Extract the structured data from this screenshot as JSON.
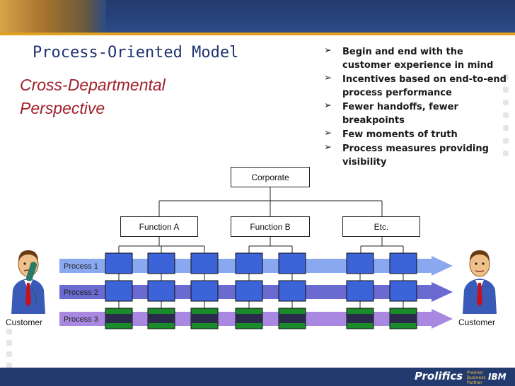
{
  "title": "Process-Oriented Model",
  "subtitle": "Cross-Departmental Perspective",
  "bullets": [
    "Begin and end with the customer experience in mind",
    "Incentives based on end-to-end process performance",
    "Fewer handoffs, fewer breakpoints",
    "Few moments of truth",
    "Process measures providing visibility"
  ],
  "org": {
    "corporate": "Corporate",
    "functions": [
      "Function A",
      "Function B",
      "Etc."
    ]
  },
  "processes": [
    {
      "label": "Process 1",
      "color": "#8aa8f0"
    },
    {
      "label": "Process 2",
      "color": "#6a6ad0"
    },
    {
      "label": "Process 3",
      "color": "#a888e0"
    }
  ],
  "customer_left": "Customer",
  "customer_right": "Customer",
  "footer": {
    "logo": "Prolifics",
    "partner": "Premier Business Partner",
    "ibm": "IBM"
  },
  "colors": {
    "title": "#1f3470",
    "subtitle": "#a0202a",
    "header": "#233a6e",
    "box_blue": "#3c64d8",
    "box_green": "#1a8a2a"
  }
}
